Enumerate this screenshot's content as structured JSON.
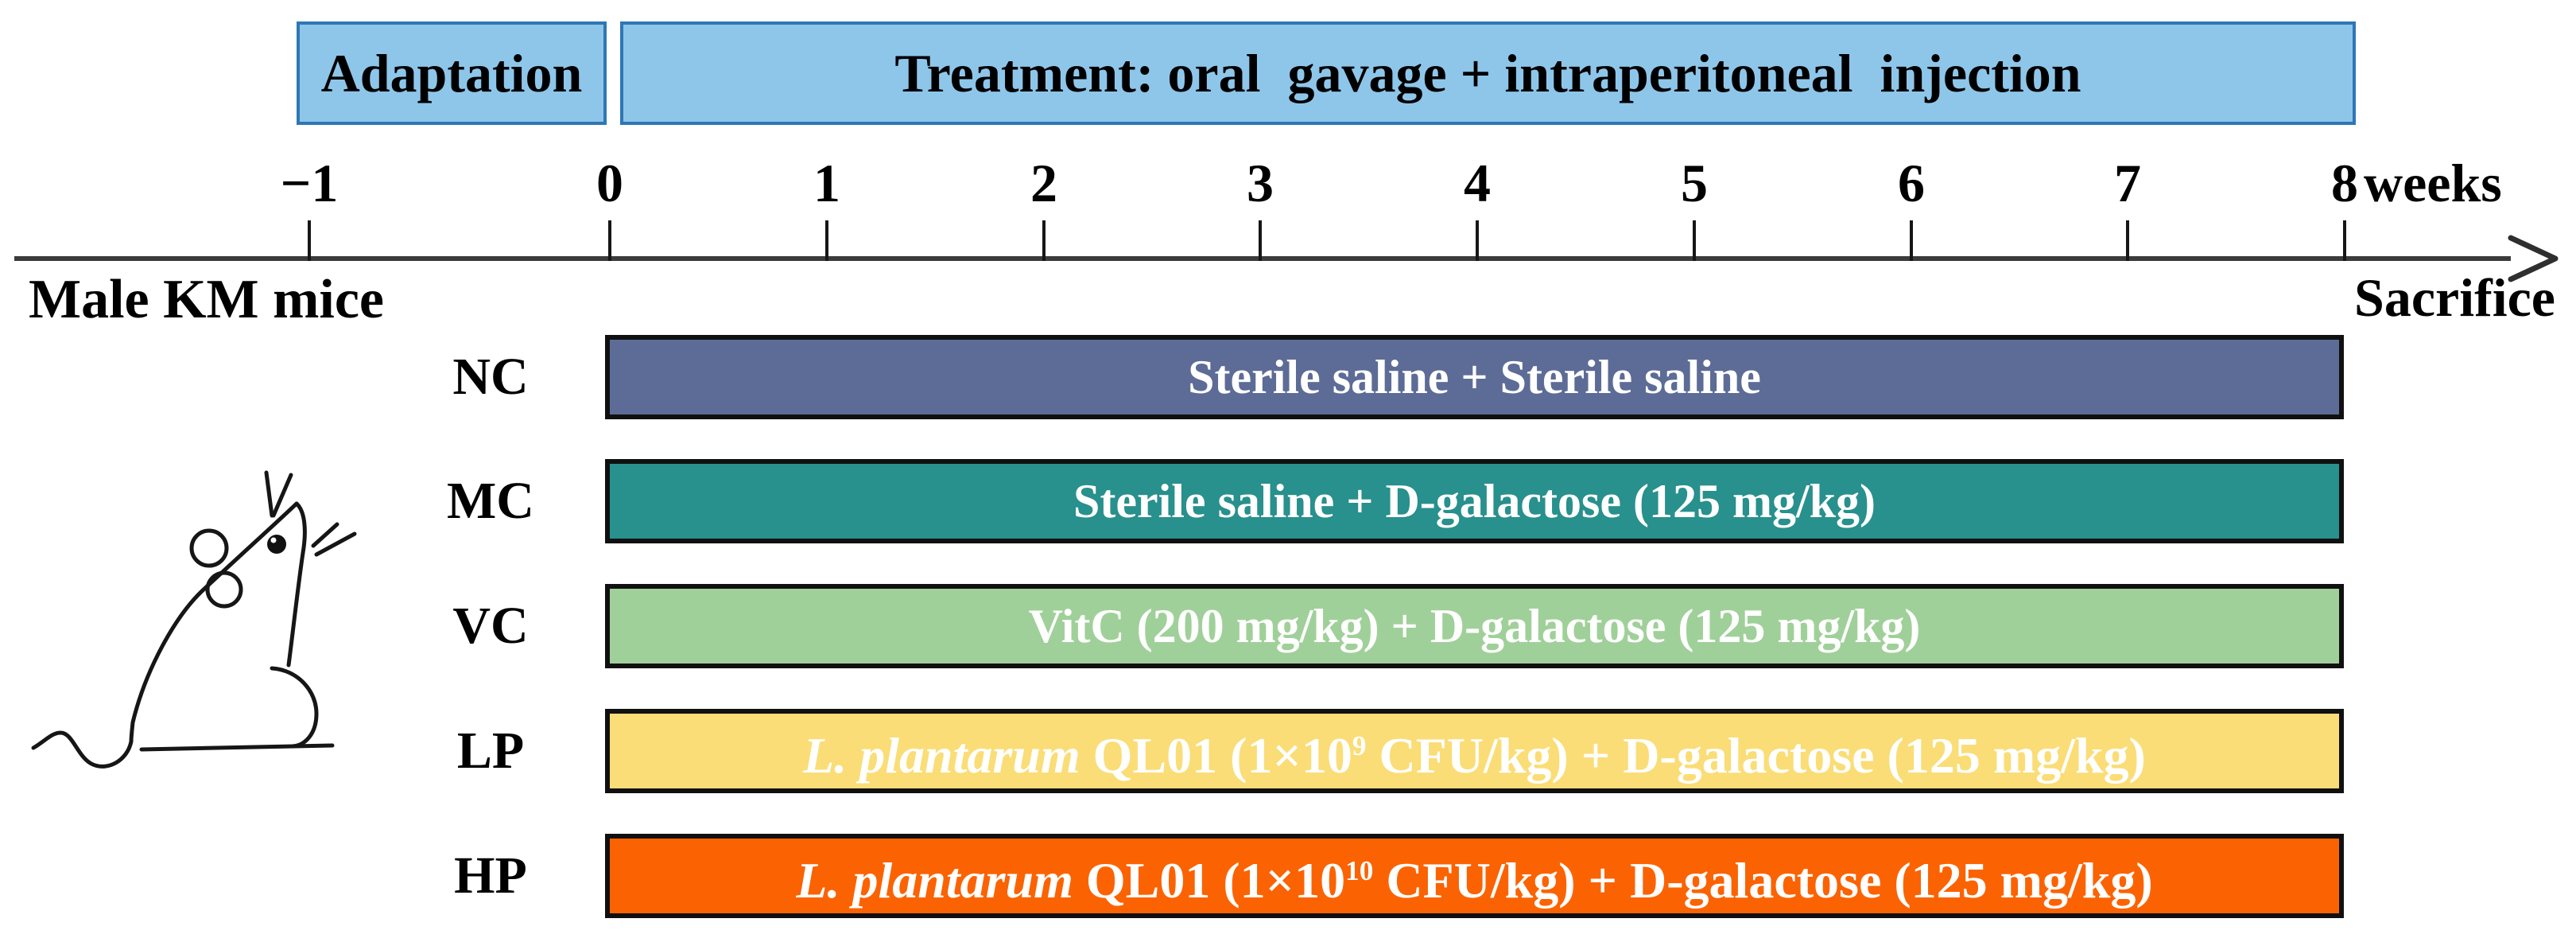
{
  "phases": [
    {
      "label": "Adaptation"
    },
    {
      "label": "Treatment: oral  gavage + intraperitoneal  injection"
    }
  ],
  "timeline": {
    "tick_labels": [
      "−1",
      "0",
      "1",
      "2",
      "3",
      "4",
      "5",
      "6",
      "7",
      "8"
    ],
    "unit_label": "weeks",
    "left_label": "Male KM mice",
    "right_label": "Sacrifice"
  },
  "groups": [
    {
      "code": "NC",
      "color": "#5d6c96",
      "segments": [
        {
          "t": "Sterile saline + Sterile saline"
        }
      ]
    },
    {
      "code": "MC",
      "color": "#28908d",
      "segments": [
        {
          "t": "Sterile saline + D-galactose (125 mg/kg)"
        }
      ]
    },
    {
      "code": "VC",
      "color": "#a0d099",
      "segments": [
        {
          "t": "VitC (200 mg/kg) + D-galactose (125 mg/kg)"
        }
      ]
    },
    {
      "code": "LP",
      "color": "#fadd76",
      "segments": [
        {
          "t": "L. plantarum",
          "italic": true
        },
        {
          "t": " QL01 (1×10"
        },
        {
          "t": "9",
          "sup": true
        },
        {
          "t": " CFU/kg) + D-galactose (125 mg/kg)"
        }
      ]
    },
    {
      "code": "HP",
      "color": "#fb6302",
      "segments": [
        {
          "t": "L. plantarum",
          "italic": true
        },
        {
          "t": " QL01 (1×10"
        },
        {
          "t": "10",
          "sup": true
        },
        {
          "t": " CFU/kg) + D-galactose (125 mg/kg)"
        }
      ]
    }
  ],
  "colors": {
    "phase_fill": "#8ec6ea",
    "phase_border": "#2e77b5",
    "axis": "#3b3b3b",
    "tick": "#161616",
    "bar_border": "#101010",
    "bar_text": "#ffffff",
    "label_text": "#000000"
  },
  "icons": {
    "mouse": "mouse-line-drawing",
    "arrow": "right-arrowhead"
  }
}
